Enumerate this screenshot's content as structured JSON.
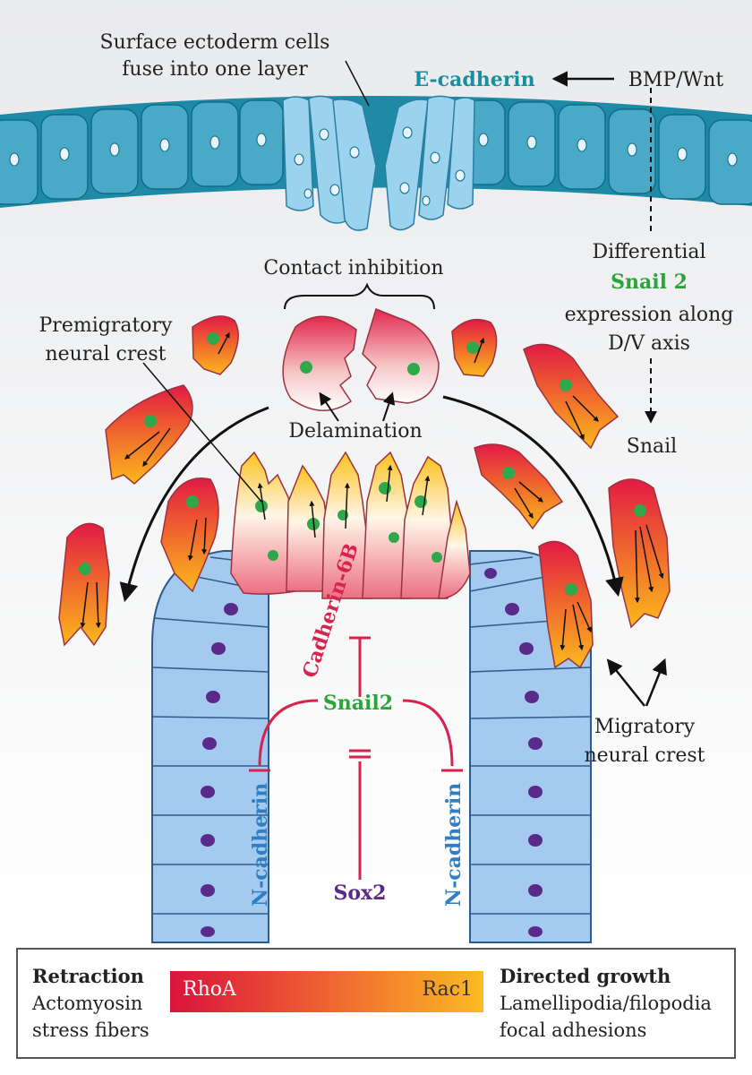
{
  "labels": {
    "surface_ectoderm": [
      "Surface ectoderm cells",
      "fuse into one layer"
    ],
    "e_cadherin": "E-cadherin",
    "bmp_wnt": "BMP/Wnt",
    "differential": "Differential",
    "snail2_top": "Snail 2",
    "expression": [
      "expression along",
      "D/V axis"
    ],
    "snail": "Snail",
    "contact_inhibition": "Contact inhibition",
    "premigratory": [
      "Premigratory",
      "neural crest"
    ],
    "delamination": "Delamination",
    "cadherin6b": "Cadherin-6B",
    "snail2_center": "Snail2",
    "n_cadherin_left": "N-cadherin",
    "n_cadherin_right": "N-cadherin",
    "sox2": "Sox2",
    "migratory": [
      "Migratory",
      "neural crest"
    ]
  },
  "legend": {
    "left_title": "Retraction",
    "left_lines": [
      "Actomyosin",
      "stress fibers"
    ],
    "bar_left": "RhoA",
    "bar_right": "Rac1",
    "right_title": "Directed growth",
    "right_lines": [
      "Lamellipodia/filopodia",
      "focal adhesions"
    ]
  },
  "colors": {
    "ectoderm_dark": "#1e8aa6",
    "ectoderm_light": "#8ccbea",
    "neural_tube": "#a4cbef",
    "nucleus_tube": "#5a2a8a",
    "nucleus_crest": "#2ea84a",
    "inhibition_red": "#d8234f",
    "ecad_teal": "#1a8d9e",
    "snail_green": "#2aa638",
    "ncad_blue": "#2f7fc4",
    "sox2_purple": "#5a2a8a",
    "rhoa": "#d8143c",
    "rac1": "#fbbb22"
  }
}
